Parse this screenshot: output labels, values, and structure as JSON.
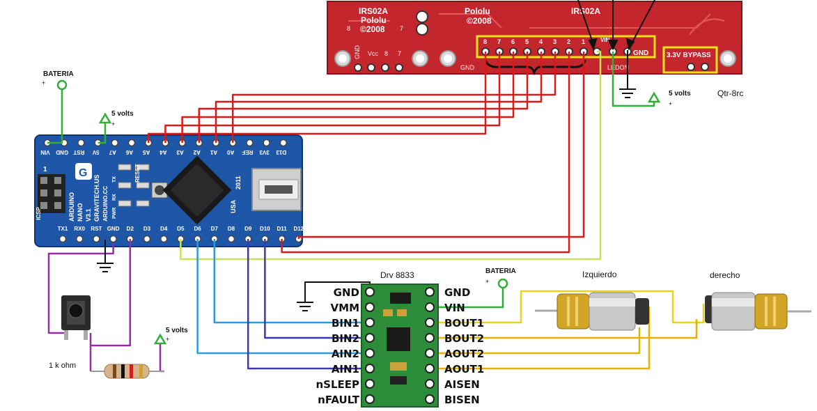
{
  "labels": {
    "bateria_top": "BATERIA",
    "plus": "+",
    "five_volts": "5 volts",
    "qtr_name": "Qtr-8rc",
    "drv_name": "Drv 8833",
    "bateria_drv": "BATERIA",
    "motor_left": "Izquierdo",
    "motor_right": "derecho",
    "resistor": "1 k ohm"
  },
  "qtr": {
    "title1": "IRS02A",
    "brand": "Pololu",
    "year": "©2008",
    "title2": "IRS02A",
    "pins_top": [
      "8",
      "7",
      "6",
      "5",
      "4",
      "3",
      "2",
      "1"
    ],
    "vcc": "Vcc",
    "gnd_left": "GND",
    "gnd": "GND",
    "vin": "VIN",
    "ledon": "LEDON",
    "bypass": "3.3V BYPASS",
    "left_nums": [
      "8",
      "7"
    ],
    "left_small": [
      "8",
      "7"
    ]
  },
  "nano": {
    "top_pins": [
      "VIN",
      "GND",
      "RST",
      "5V",
      "A7",
      "A6",
      "A5",
      "A4",
      "A3",
      "A2",
      "A1",
      "A0",
      "REF",
      "3V3",
      "D13"
    ],
    "bottom_pins": [
      "TX1",
      "RX0",
      "RST",
      "GND",
      "D2",
      "D3",
      "D4",
      "D5",
      "D6",
      "D7",
      "D8",
      "D9",
      "D10",
      "D11",
      "D12"
    ],
    "silk_lines": [
      "ARDUINO",
      "NANO",
      "V3.1",
      "GRAVITECH.US"
    ],
    "reset": "RESET",
    "usa": "USA",
    "year": "2011",
    "icsp": "ICSP",
    "one": "1",
    "leds": [
      "TX",
      "RX",
      "PWR"
    ],
    "arduino_cc": "ARDUINO.CC"
  },
  "drv": {
    "left_pins": [
      "GND",
      "VMM",
      "BIN1",
      "BIN2",
      "AIN2",
      "AIN1",
      "nSLEEP",
      "nFAULT"
    ],
    "right_pins": [
      "GND",
      "VIN",
      "BOUT1",
      "BOUT2",
      "AOUT2",
      "AOUT1",
      "AISEN",
      "BISEN"
    ]
  },
  "colors": {
    "red_wire": "#e01818",
    "green_wire": "#2fae3a",
    "yellow_wire": "#e8d21a",
    "lime_wire": "#c8e05a",
    "blue_wire": "#2a9be0",
    "navy_wire": "#3a38b8",
    "purple_wire": "#9a2aa8",
    "amber_wire": "#e6b400",
    "qtr_board": "#c4262e",
    "nano_board": "#1f57a8",
    "drv_board": "#2d8c3a"
  }
}
